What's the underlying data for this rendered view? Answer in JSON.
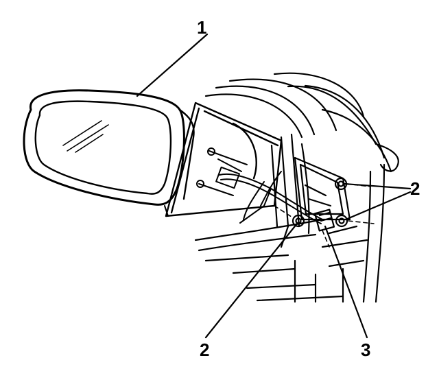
{
  "diagram": {
    "callouts": {
      "mirror": "1",
      "nut_upper_right": "2",
      "nut_lower_left": "2",
      "connector": "3"
    }
  },
  "colors": {
    "line": "#000000",
    "background": "#ffffff"
  }
}
